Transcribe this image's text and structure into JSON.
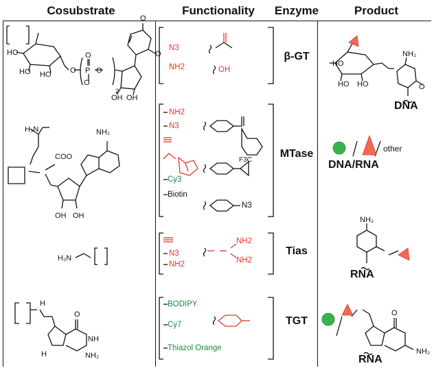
{
  "headers": {
    "cosubstrate": "Cosubstrate",
    "functionality": "Functionality",
    "enzyme": "Enzyme",
    "product": "Product"
  },
  "rows": [
    {
      "enzyme": "β-GT",
      "groups_left": [
        "N3",
        "NH2"
      ],
      "groups_right": [
        "OH"
      ],
      "product_label": "DNA"
    },
    {
      "enzyme": "MTase",
      "groups_left": [
        "NH2",
        "N3",
        "Cy3",
        "Biotin"
      ],
      "groups_right": [
        "N3",
        "F3C"
      ],
      "product_label": "DNA/RNA",
      "product_other": "other"
    },
    {
      "enzyme": "Tias",
      "groups_left": [
        "N3",
        "NH2"
      ],
      "groups_right": [
        "NH2",
        "NH2"
      ],
      "product_label": "RNA"
    },
    {
      "enzyme": "TGT",
      "groups_left": [
        "BODIPY",
        "Cy7",
        "Thiazol Orange"
      ],
      "product_label": "RNA"
    }
  ],
  "colors": {
    "functional_red": "#e8352a",
    "dye_green": "#1a8a3a",
    "line": "#111111"
  }
}
